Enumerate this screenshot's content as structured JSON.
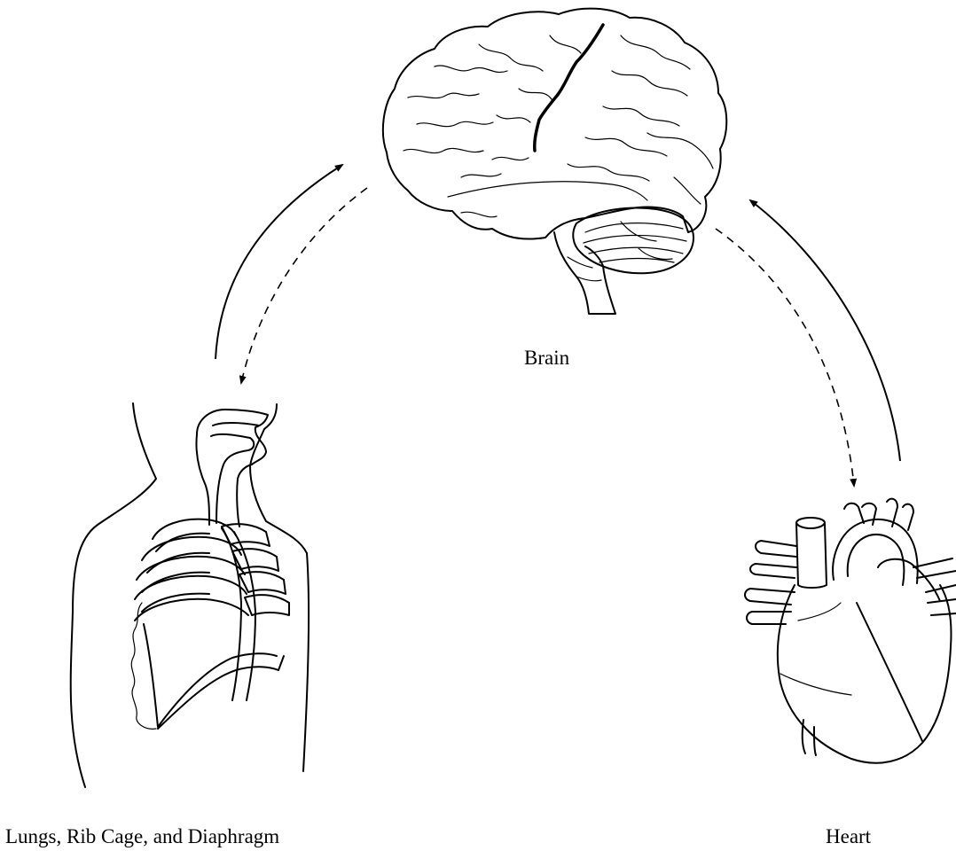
{
  "labels": {
    "brain": "Brain",
    "lungs": "Lungs, Rib Cage, and Diaphragm",
    "heart": "Heart"
  },
  "arrows": [
    {
      "from": "lungs",
      "to": "brain",
      "style": "solid"
    },
    {
      "from": "brain",
      "to": "lungs",
      "style": "dashed"
    },
    {
      "from": "heart",
      "to": "brain",
      "style": "solid"
    },
    {
      "from": "brain",
      "to": "heart",
      "style": "dashed"
    }
  ],
  "colors": {
    "ink": "#000000",
    "background": "#ffffff"
  }
}
